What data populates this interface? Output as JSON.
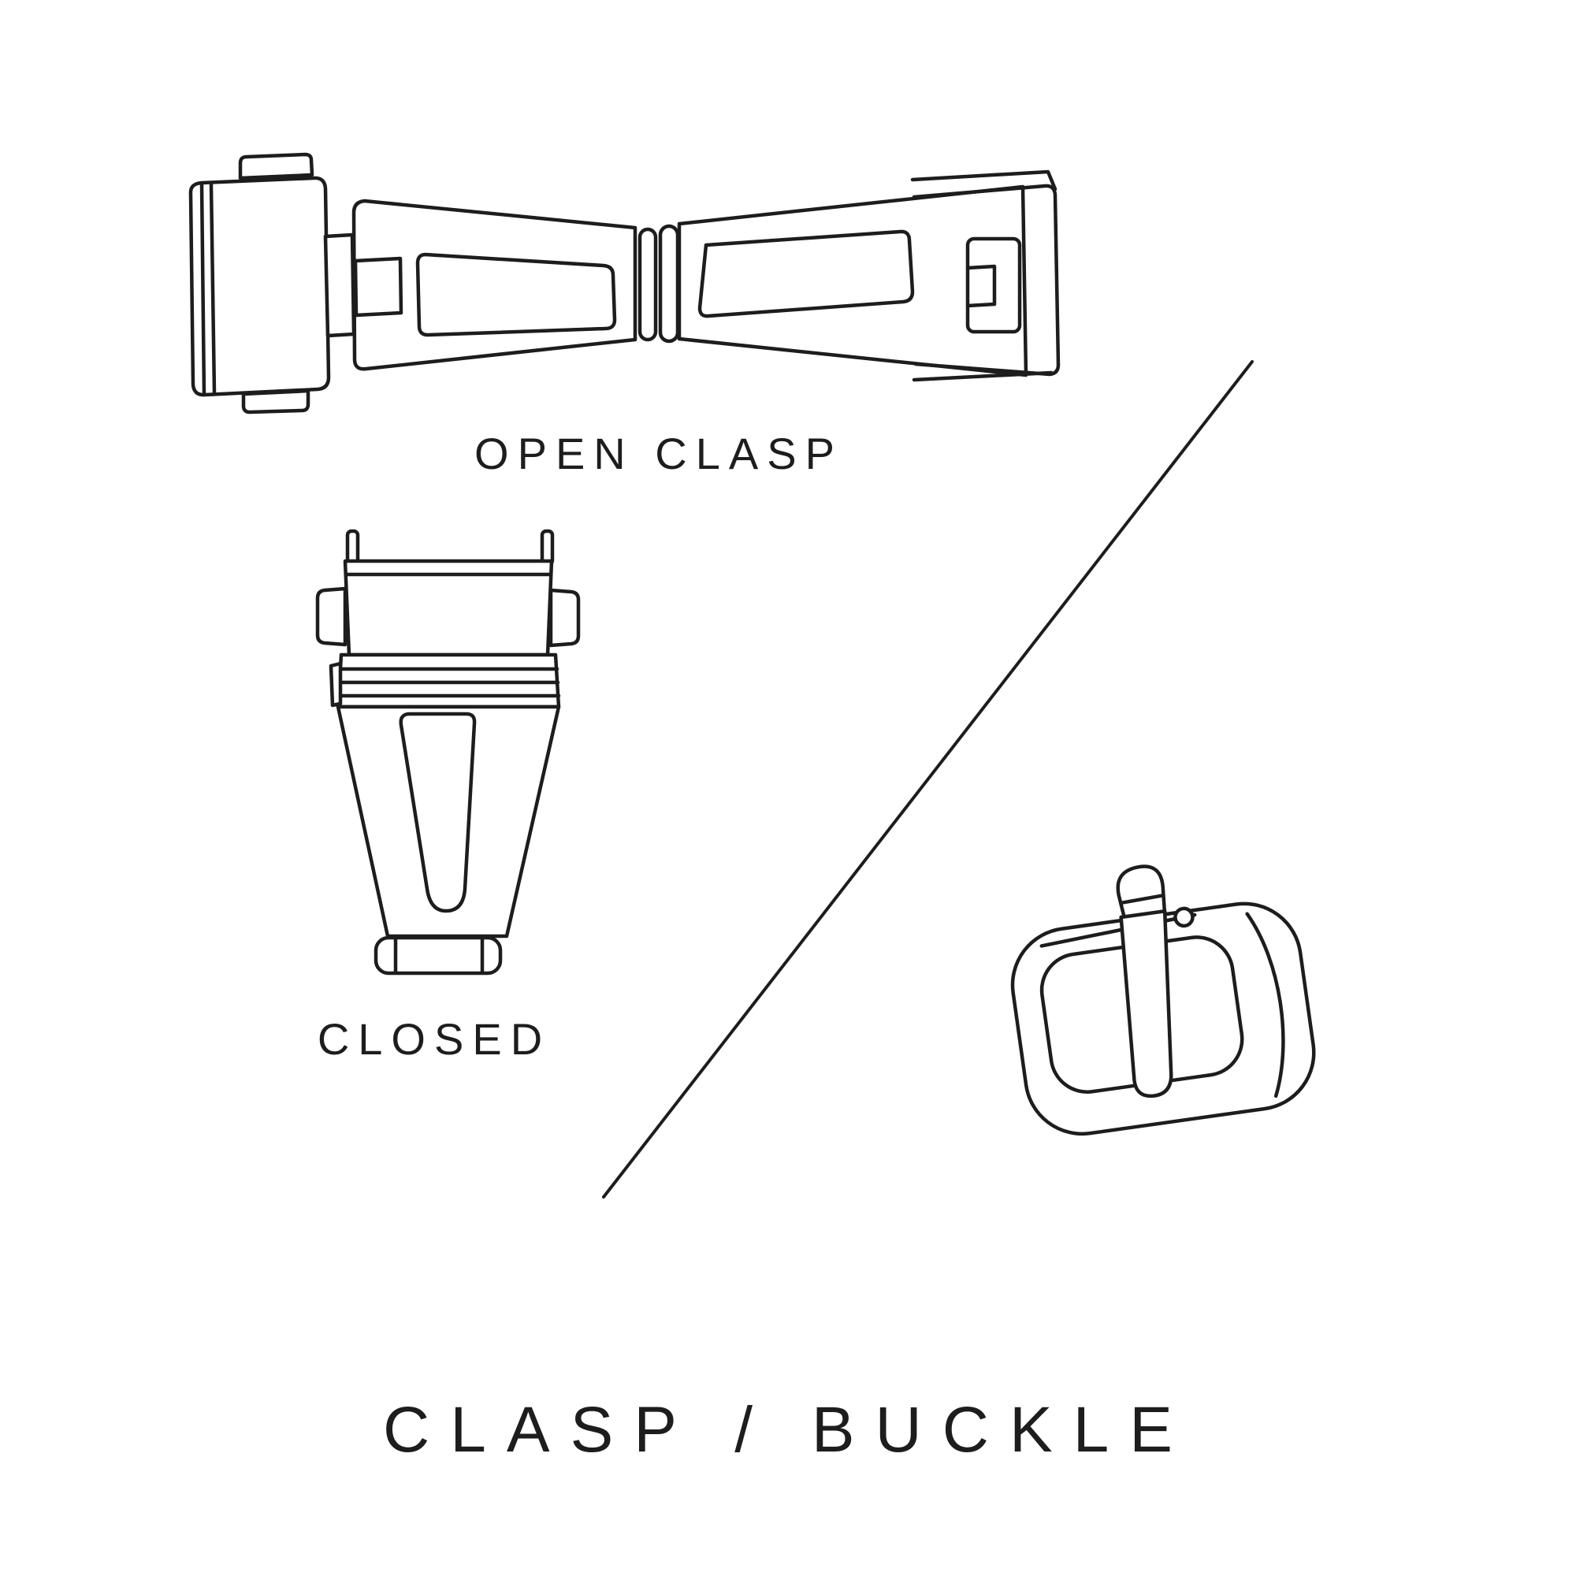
{
  "meta": {
    "ink_color": "#1d1d1d",
    "background_color": "#ffffff",
    "style": "thin-outline technical line drawing of watch strap closures"
  },
  "diagram": {
    "title": "CLASP / BUCKLE",
    "figures": [
      {
        "name": "open-clasp-illustration",
        "caption": "OPEN CLASP",
        "description": "deployant clasp shown unfolded/open, viewed from above"
      },
      {
        "name": "closed-clasp-illustration",
        "caption": "CLOSED",
        "description": "same clasp shown folded closed, viewed from above"
      },
      {
        "name": "tang-buckle-illustration",
        "caption": "",
        "description": "pin/tang buckle with prong, drawn in perspective"
      }
    ],
    "divider": {
      "name": "diagonal-divider-line",
      "description": "thin diagonal line separating clasp figures from buckle figure"
    }
  }
}
